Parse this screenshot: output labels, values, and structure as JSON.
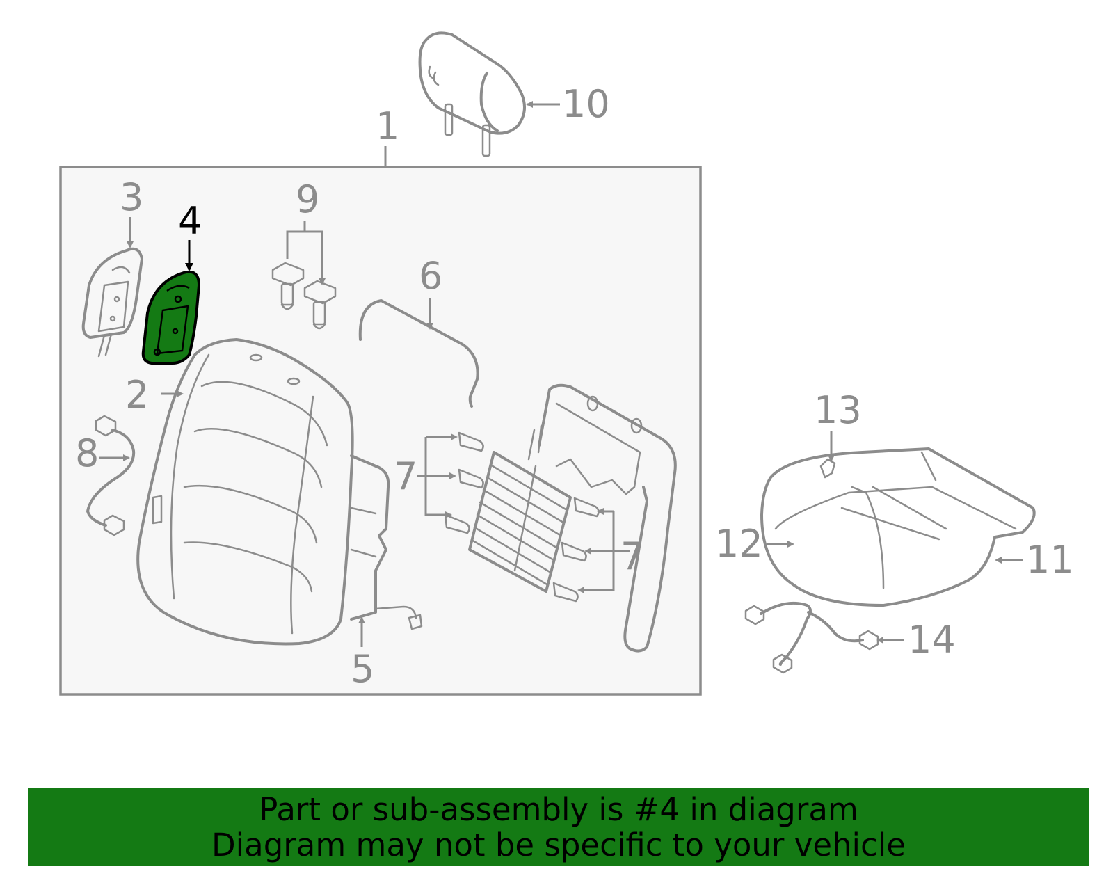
{
  "diagram": {
    "highlighted_part": "4",
    "callouts": {
      "c1": "1",
      "c2": "2",
      "c3": "3",
      "c4": "4",
      "c5": "5",
      "c6": "6",
      "c7a": "7",
      "c7b": "7",
      "c8": "8",
      "c9": "9",
      "c10": "10",
      "c11": "11",
      "c12": "12",
      "c13": "13",
      "c14": "14"
    },
    "colors": {
      "line": "#8c8c8c",
      "assembly_box_fill": "#f7f7f7",
      "highlight_fill": "#147a14",
      "banner_bg": "#147a14"
    }
  },
  "banner": {
    "line1": "Part or sub-assembly is #4 in diagram",
    "line2": "Diagram may not be specific to your vehicle"
  }
}
